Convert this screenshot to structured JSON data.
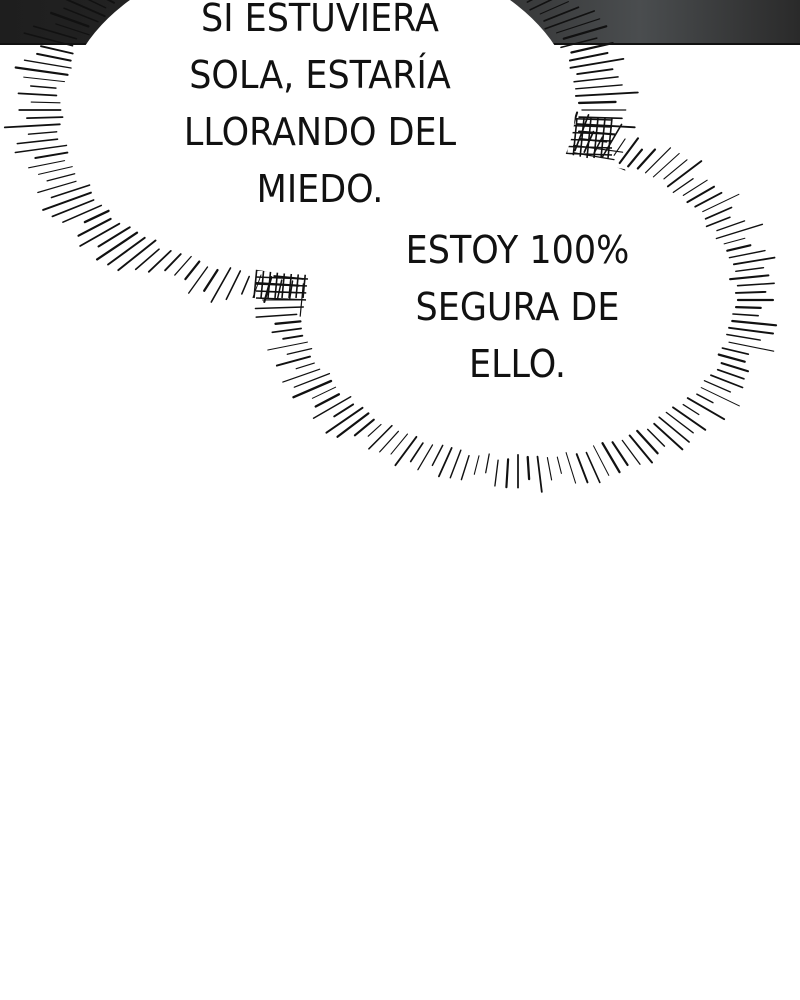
{
  "panel": {
    "background_color": "#ffffff",
    "ink_color": "#111111",
    "top_strip_color": "#2a2a2a"
  },
  "bubbles": [
    {
      "kind": "burst-speech-bubble",
      "lines": [
        "SI ESTUVIERA",
        "SOLA, ESTARÍA",
        "LLORANDO DEL",
        "MIEDO."
      ]
    },
    {
      "kind": "burst-speech-bubble",
      "lines": [
        "ESTOY 100%",
        "SEGURA DE",
        "ELLO."
      ]
    }
  ]
}
